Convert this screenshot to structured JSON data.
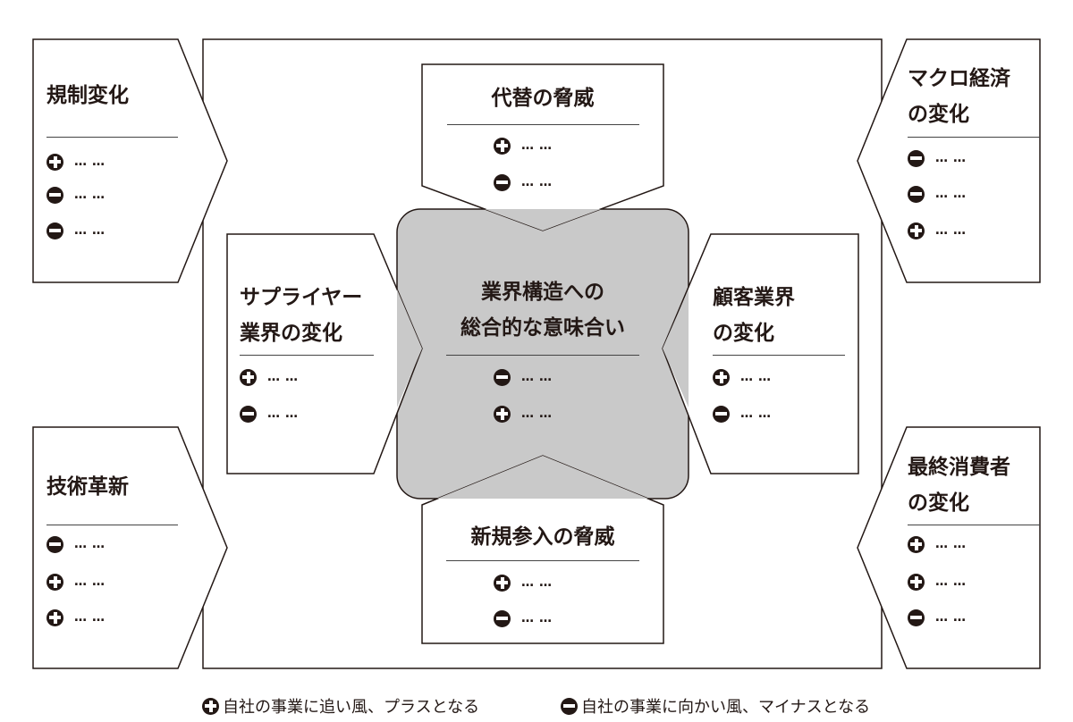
{
  "boxes": {
    "regulation": {
      "title": [
        "規制変化"
      ],
      "items": [
        {
          "sign": "plus",
          "text": "……"
        },
        {
          "sign": "minus",
          "text": "……"
        },
        {
          "sign": "minus",
          "text": "……"
        }
      ]
    },
    "macro": {
      "title": [
        "マクロ経済",
        "の変化"
      ],
      "items": [
        {
          "sign": "minus",
          "text": "……"
        },
        {
          "sign": "minus",
          "text": "……"
        },
        {
          "sign": "plus",
          "text": "……"
        }
      ]
    },
    "technology": {
      "title": [
        "技術革新"
      ],
      "items": [
        {
          "sign": "minus",
          "text": "……"
        },
        {
          "sign": "plus",
          "text": "……"
        },
        {
          "sign": "plus",
          "text": "……"
        }
      ]
    },
    "consumer": {
      "title": [
        "最終消費者",
        "の変化"
      ],
      "items": [
        {
          "sign": "plus",
          "text": "……"
        },
        {
          "sign": "plus",
          "text": "……"
        },
        {
          "sign": "minus",
          "text": "……"
        }
      ]
    },
    "substitutes": {
      "title": [
        "代替の脅威"
      ],
      "items": [
        {
          "sign": "plus",
          "text": "……"
        },
        {
          "sign": "minus",
          "text": "……"
        }
      ]
    },
    "supplier": {
      "title": [
        "サプライヤー",
        "業界の変化"
      ],
      "items": [
        {
          "sign": "plus",
          "text": "……"
        },
        {
          "sign": "minus",
          "text": "……"
        }
      ]
    },
    "center": {
      "title": [
        "業界構造への",
        "総合的な意味合い"
      ],
      "items": [
        {
          "sign": "minus",
          "text": "……"
        },
        {
          "sign": "plus",
          "text": "……"
        }
      ]
    },
    "customer": {
      "title": [
        "顧客業界",
        "の変化"
      ],
      "items": [
        {
          "sign": "plus",
          "text": "……"
        },
        {
          "sign": "minus",
          "text": "……"
        }
      ]
    },
    "new_entrants": {
      "title": [
        "新規参入の脅威"
      ],
      "items": [
        {
          "sign": "plus",
          "text": "……"
        },
        {
          "sign": "minus",
          "text": "……"
        }
      ]
    }
  },
  "legend": {
    "plus": "自社の事業に追い風、プラスとなる",
    "minus": "自社の事業に向かい風、マイナスとなる"
  },
  "colors": {
    "center_fill": "#c9c9c9",
    "ink": "#231815"
  }
}
